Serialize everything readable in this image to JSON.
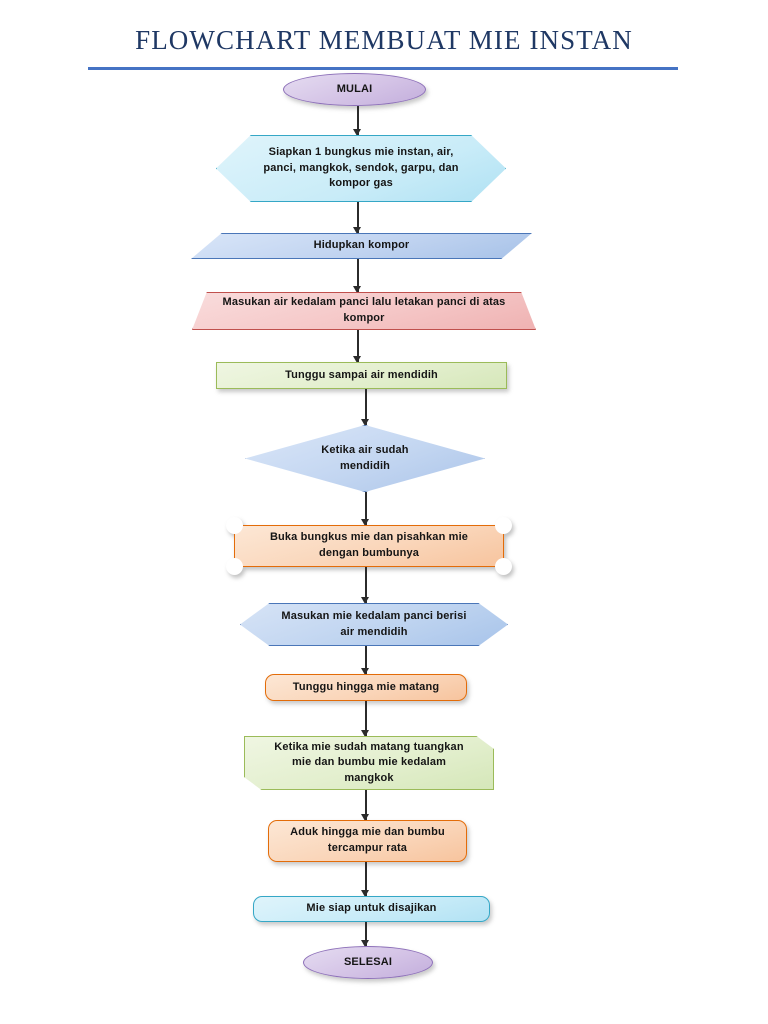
{
  "document": {
    "title": "FLOWCHART MEMBUAT MIE INSTAN",
    "title_color": "#1F3864",
    "rule_color": "#4573C4",
    "background": "#FFFFFF"
  },
  "flowchart": {
    "type": "flowchart",
    "orientation": "top-to-bottom",
    "nodes": [
      {
        "id": "start",
        "label": "MULAI",
        "shape": "ellipse",
        "fill": "#D4C3E6",
        "stroke": "#8C6FB8"
      },
      {
        "id": "step1",
        "label": "Siapkan 1 bungkus mie instan, air, panci, mangkok, sendok, garpu, dan kompor gas",
        "shape": "hexagon",
        "fill": "#C9ECF8",
        "stroke": "#35A7C6"
      },
      {
        "id": "step2",
        "label": "Hidupkan kompor",
        "shape": "parallelogram",
        "fill": "#C0D3F0",
        "stroke": "#4A76B8"
      },
      {
        "id": "step3",
        "label": "Masukan air kedalam panci lalu letakan panci di atas kompor",
        "shape": "trapezoid",
        "fill": "#F5C7C7",
        "stroke": "#C0504D"
      },
      {
        "id": "step4",
        "label": "Tunggu sampai air mendidih",
        "shape": "rectangle",
        "fill": "#E3EFCE",
        "stroke": "#9BBB59"
      },
      {
        "id": "step5",
        "label": "Ketika air sudah mendidih",
        "shape": "diamond",
        "fill": "#C3D6F1",
        "stroke": "#4A76B8"
      },
      {
        "id": "step6",
        "label": "Buka bungkus mie dan pisahkan mie dengan bumbunya",
        "shape": "plaque",
        "fill": "#FAD6BA",
        "stroke": "#E36C09"
      },
      {
        "id": "step7",
        "label": "Masukan mie kedalam panci berisi air mendidih",
        "shape": "hexagon",
        "fill": "#BFD4F0",
        "stroke": "#4A76B8"
      },
      {
        "id": "step8",
        "label": "Tunggu hingga mie matang",
        "shape": "rounded-rectangle",
        "fill": "#FAD6BA",
        "stroke": "#E36C09"
      },
      {
        "id": "step9",
        "label": "Ketika mie sudah matang tuangkan mie dan bumbu mie kedalam mangkok",
        "shape": "snip-corner-rectangle",
        "fill": "#E3EFCE",
        "stroke": "#9BBB59"
      },
      {
        "id": "step10",
        "label": "Aduk hingga mie dan bumbu tercampur rata",
        "shape": "rounded-rectangle",
        "fill": "#FAD6BA",
        "stroke": "#E36C09"
      },
      {
        "id": "step11",
        "label": "Mie siap untuk disajikan",
        "shape": "rounded-rectangle",
        "fill": "#C9ECF8",
        "stroke": "#35A7C6"
      },
      {
        "id": "end",
        "label": "SELESAI",
        "shape": "ellipse",
        "fill": "#D4C3E6",
        "stroke": "#8C6FB8"
      }
    ],
    "edges": [
      {
        "from": "start",
        "to": "step1"
      },
      {
        "from": "step1",
        "to": "step2"
      },
      {
        "from": "step2",
        "to": "step3"
      },
      {
        "from": "step3",
        "to": "step4"
      },
      {
        "from": "step4",
        "to": "step5"
      },
      {
        "from": "step5",
        "to": "step6"
      },
      {
        "from": "step6",
        "to": "step7"
      },
      {
        "from": "step7",
        "to": "step8"
      },
      {
        "from": "step8",
        "to": "step9"
      },
      {
        "from": "step9",
        "to": "step10"
      },
      {
        "from": "step10",
        "to": "step11"
      },
      {
        "from": "step11",
        "to": "end"
      }
    ]
  }
}
